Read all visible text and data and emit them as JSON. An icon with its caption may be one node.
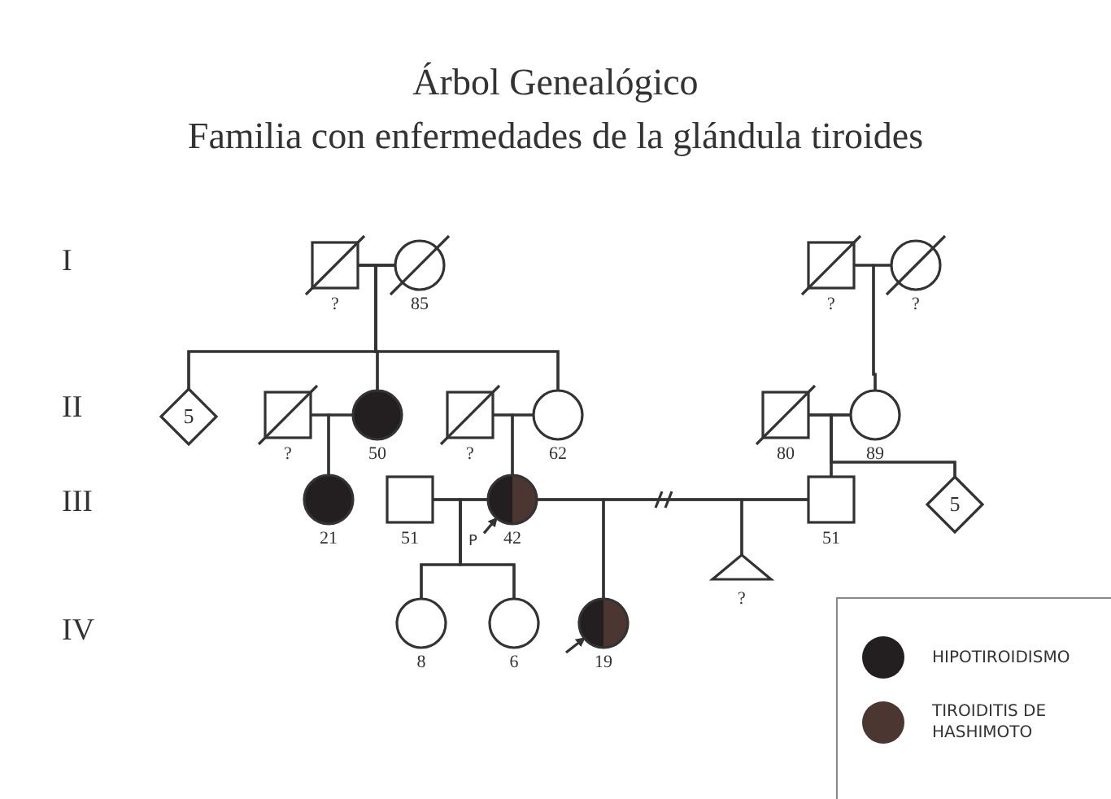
{
  "diagram": {
    "title": "Árbol Genealógico",
    "nodes": [
      {
        "text": [],
        "shape": "box",
        "beside": [
          "?"
        ]
      },
      {
        "text": [],
        "shape": "circle",
        "beside": [
          "85"
        ]
      },
      {
        "text": [],
        "shape": "box",
        "beside": [
          "?"
        ]
      },
      {
        "text": [],
        "shape": "circle",
        "beside": [
          "?"
        ]
      },
      {
        "text": [
          "5"
        ]
      },
      {
        "text": [],
        "shape": "box",
        "beside": [
          "?"
        ]
      },
      {
        "text": [],
        "shape": "circle",
        "beside": [
          "50"
        ]
      },
      {
        "text": [],
        "shape": "box",
        "beside": [
          "?"
        ]
      },
      {
        "text": [],
        "shape": "circle",
        "beside": [
          "62"
        ]
      },
      {
        "text": [],
        "shape": "box",
        "beside": [
          "80"
        ]
      },
      {
        "text": [],
        "shape": "circle",
        "beside": [
          "89"
        ]
      },
      {
        "text": [],
        "shape": "circle",
        "beside": [
          "21"
        ]
      },
      {
        "text": [],
        "shape": "box",
        "beside": [
          "51"
        ]
      },
      {
        "text": [],
        "shape": "circle",
        "beside": [
          "42"
        ]
      },
      {
        "text": [],
        "shape": "box",
        "beside": [
          "51"
        ]
      },
      {
        "text": [
          "5"
        ]
      },
      {
        "text": [
          "P"
        ]
      },
      {
        "text": [],
        "shape": "triangle",
        "beside": [
          "?"
        ]
      },
      {
        "text": [],
        "shape": "circle",
        "beside": [
          "8"
        ]
      },
      {
        "text": [],
        "shape": "circle",
        "beside": [
          "6"
        ]
      },
      {
        "text": [],
        "shape": "circle",
        "beside": [
          "19"
        ]
      }
    ],
    "edges": [
      {
        "from": 0,
        "to": 1,
        "arrow": "none"
      },
      {
        "from": 2,
        "to": 3,
        "arrow": "none"
      },
      {
        "from": 5,
        "to": 6,
        "arrow": "none"
      },
      {
        "from": 7,
        "to": 8,
        "arrow": "none"
      },
      {
        "from": 9,
        "to": 10,
        "arrow": "none"
      },
      {
        "from": 12,
        "to": 13,
        "arrow": "none"
      },
      {
        "from": 13,
        "to": 14,
        "arrow": "none"
      },
      {
        "from": 0,
        "to": 4,
        "arrow": "none"
      },
      {
        "from": 1,
        "to": 4,
        "arrow": "none"
      },
      {
        "from": 0,
        "to": 6,
        "arrow": "none"
      },
      {
        "from": 1,
        "to": 6,
        "arrow": "none"
      },
      {
        "from": 0,
        "to": 8,
        "arrow": "none"
      },
      {
        "from": 1,
        "to": 8,
        "arrow": "none"
      },
      {
        "from": 2,
        "to": 10,
        "arrow": "none"
      },
      {
        "from": 3,
        "to": 10,
        "arrow": "none"
      },
      {
        "from": 5,
        "to": 11,
        "arrow": "none"
      },
      {
        "from": 6,
        "to": 11,
        "arrow": "none"
      },
      {
        "from": 7,
        "to": 13,
        "arrow": "none"
      },
      {
        "from": 8,
        "to": 13,
        "arrow": "none"
      },
      {
        "from": 9,
        "to": 14,
        "arrow": "none"
      },
      {
        "from": 10,
        "to": 14,
        "arrow": "none"
      },
      {
        "from": 9,
        "to": 15,
        "arrow": "none"
      },
      {
        "from": 10,
        "to": 15,
        "arrow": "none"
      },
      {
        "from": 12,
        "to": 18,
        "arrow": "none"
      },
      {
        "from": 13,
        "to": 18,
        "arrow": "none"
      },
      {
        "from": 12,
        "to": 19,
        "arrow": "none"
      },
      {
        "from": 13,
        "to": 19,
        "arrow": "none"
      },
      {
        "from": 13,
        "to": 20,
        "arrow": "none"
      },
      {
        "from": 14,
        "to": 20,
        "arrow": "none"
      },
      {
        "from": 13,
        "to": 17,
        "arrow": "none"
      },
      {
        "from": 14,
        "to": 17,
        "arrow": "none"
      },
      {
        "from": 16,
        "to": 13,
        "arrow": "to"
      },
      {
        "from": null,
        "to": 20,
        "arrow": "to"
      }
    ],
    "labels": [
      "Familia con enfermedades de la glándula tiroides",
      "I",
      "II",
      "III",
      "IV"
    ],
    "legend": [
      {
        "text": "HIPOTIROIDISMO",
        "color": "#231f20"
      },
      {
        "text": "TIROIDITIS DE HASHIMOTO",
        "color": "#4b3632"
      }
    ]
  }
}
